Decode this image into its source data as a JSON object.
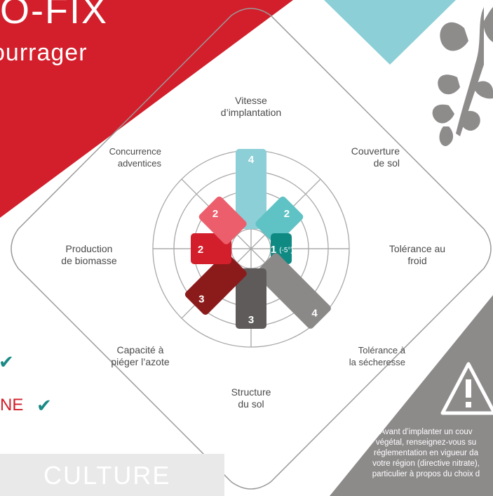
{
  "header": {
    "title_fragment": "O-FIX",
    "subtitle_fragment": "ourrager"
  },
  "colors": {
    "brand_red": "#d21f2b",
    "teal_light": "#8ccfd7",
    "teal": "#5fc2c4",
    "teal_dark": "#0f8a83",
    "salmon": "#ec5e6c",
    "dark_red": "#8b1a1b",
    "dark_grey": "#5f5b5b",
    "mid_grey": "#8b8888",
    "panel_grey": "#8d8a8a"
  },
  "radar": {
    "labels": {
      "vitesse": [
        "Vitesse",
        "d’implantation"
      ],
      "couverture": [
        "Couverture",
        "de sol"
      ],
      "tolerance_froid": [
        "Tolérance au",
        "froid"
      ],
      "tolerance_secheresse": [
        "Tolérance à",
        "la sécheresse"
      ],
      "structure": [
        "Structure",
        "du sol"
      ],
      "azote": [
        "Capacité à",
        "piéger l’azote"
      ],
      "biomasse": [
        "Production",
        "de biomasse"
      ],
      "concurrence": [
        "Concurrence",
        "adventices"
      ]
    },
    "scores": {
      "vitesse": {
        "value": 4,
        "label": "4"
      },
      "couverture": {
        "value": 2,
        "label": "2"
      },
      "tolerance_froid": {
        "value": 1,
        "label": "1",
        "note": "(-5°)"
      },
      "tolerance_secheresse": {
        "value": 4,
        "label": "4"
      },
      "structure": {
        "value": 3,
        "label": "3"
      },
      "azote": {
        "value": 3,
        "label": "3"
      },
      "biomasse": {
        "value": 2,
        "label": "2"
      },
      "concurrence": {
        "value": 2,
        "label": "2"
      }
    },
    "max": 4
  },
  "side_fragment": "NE",
  "culture_fragment": "CULTURE",
  "warning": {
    "icon": "warning-triangle-icon",
    "lines": [
      "Avant d’implanter un couv",
      "végétal, renseignez-vous su",
      "réglementation en vigueur da",
      "votre région (directive nitrate),",
      "particulier à propos du choix d"
    ]
  },
  "decor": {
    "plant": "clover-plant-icon",
    "check": "checkmark-icon"
  }
}
